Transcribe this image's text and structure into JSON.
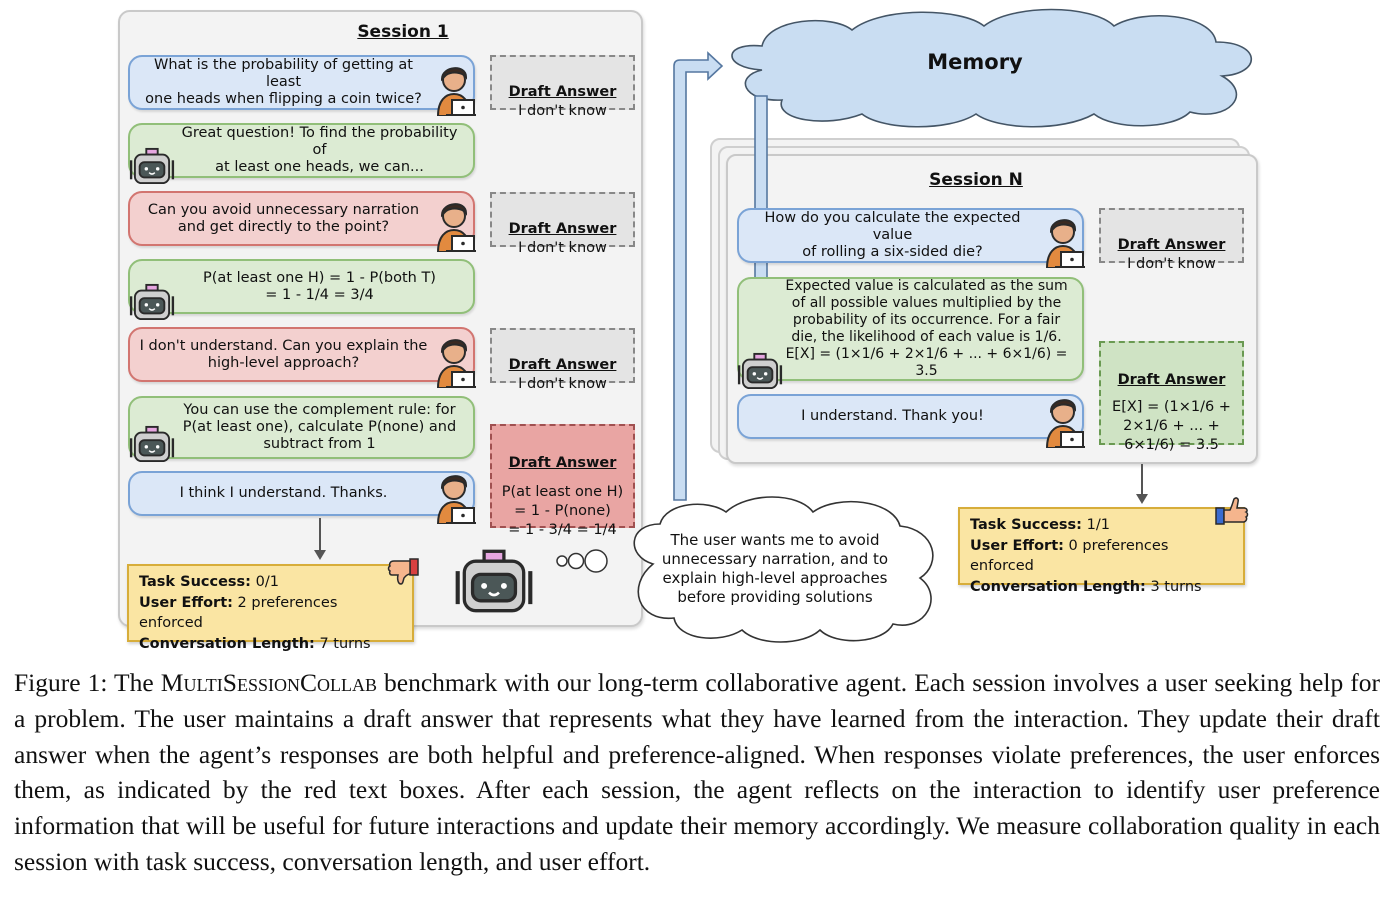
{
  "session1": {
    "title": "Session 1",
    "turns": [
      {
        "text": "What is the probability of getting at least\none heads when flipping a coin twice?"
      },
      {
        "text": "Great question! To find the probability of\nat least one heads, we can..."
      },
      {
        "text": "Can you avoid unnecessary narration\nand get directly to the point?"
      },
      {
        "text": "P(at least one H) = 1 - P(both T)\n= 1 - 1/4 = 3/4"
      },
      {
        "text": "I don't understand. Can you explain the\nhigh-level approach?"
      },
      {
        "text": "You can use the complement rule: for\nP(at least one), calculate P(none) and\nsubtract from 1"
      },
      {
        "text": "I think I understand. Thanks."
      }
    ],
    "drafts": [
      {
        "heading": "Draft Answer",
        "text": "I don't know"
      },
      {
        "heading": "Draft Answer",
        "text": "I don't know"
      },
      {
        "heading": "Draft Answer",
        "text": "I don't know"
      },
      {
        "heading": "Draft Answer",
        "text": "P(at least one H)\n= 1 - P(none)\n= 1 - 3/4 = 1/4"
      }
    ],
    "result": {
      "success_label": "Task Success:",
      "success_value": " 0/1",
      "effort_label": "User Effort:",
      "effort_value": " 2 preferences enforced",
      "length_label": "Conversation Length:",
      "length_value": " 7 turns"
    }
  },
  "reflection": "The user wants me to avoid\nunnecessary narration, and to\nexplain high-level approaches\nbefore providing solutions",
  "memory": {
    "label": "Memory"
  },
  "sessionN": {
    "title": "Session N",
    "turns": [
      {
        "text": "How do you calculate the expected value\nof rolling a six-sided die?"
      },
      {
        "text": "Expected value is calculated as the sum\nof all possible values multiplied by the\nprobability of its occurrence. For a fair\ndie, the likelihood of each value is 1/6.\nE[X] = (1×1/6 + 2×1/6 + ... + 6×1/6) = 3.5"
      },
      {
        "text": "I understand. Thank you!"
      }
    ],
    "drafts": [
      {
        "heading": "Draft Answer",
        "text": "I don't know"
      },
      {
        "heading": "Draft Answer",
        "text": "E[X] = (1×1/6 +\n2×1/6 + ... +\n6×1/6) = 3.5"
      }
    ],
    "result": {
      "success_label": "Task Success:",
      "success_value": " 1/1",
      "effort_label": "User Effort:",
      "effort_value": " 0 preferences enforced",
      "length_label": "Conversation Length:",
      "length_value": " 3 turns"
    }
  },
  "caption": {
    "prefix": "Figure 1: The ",
    "benchmark": "MultiSessionCollab",
    "body": " benchmark with our long-term collaborative agent. Each session involves a user seeking help for a problem.  The user maintains a draft answer that represents what they have learned from the interaction. They update their draft answer when the agent’s responses are both helpful and preference-aligned. When responses violate preferences, the user enforces them, as indicated by the red text boxes. After each session, the agent reflects on the interaction to identify user preference information that will be useful for future interactions and update their memory accordingly. We measure collaboration quality in each session with task success, conversation length, and user effort."
  },
  "icons": {
    "user": "user-at-laptop-icon",
    "agent": "robot-icon",
    "thumbs_down": "thumbs-down-icon",
    "thumbs_up": "thumbs-up-icon"
  },
  "colors": {
    "user_turn": "#dbe7f7",
    "agent_turn": "#dcebd3",
    "enforced_turn": "#f3d0cf",
    "result_box": "#fae5a3",
    "memory_cloud": "#c9ddf2"
  }
}
